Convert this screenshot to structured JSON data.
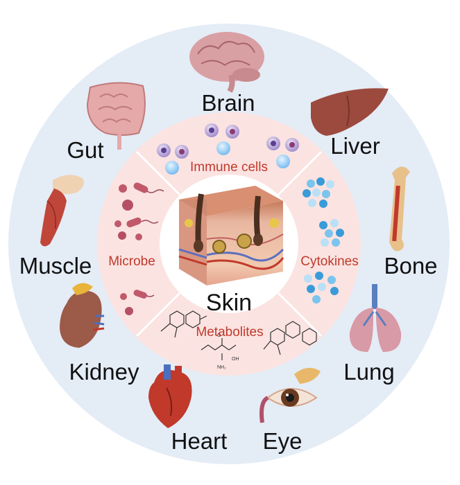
{
  "center": {
    "label": "Skin"
  },
  "categories": {
    "immune": "Immune cells",
    "cytokines": "Cytokines",
    "metabolites": "Metabolites",
    "microbe": "Microbe"
  },
  "organs": {
    "brain": "Brain",
    "liver": "Liver",
    "bone": "Bone",
    "lung": "Lung",
    "eye": "Eye",
    "heart": "Heart",
    "kidney": "Kidney",
    "muscle": "Muscle",
    "gut": "Gut"
  },
  "colors": {
    "outer_ring": "#e4ecf6",
    "inner_ring": "#fbe3e1",
    "center": "#ffffff",
    "category_text": "#c0392b"
  }
}
